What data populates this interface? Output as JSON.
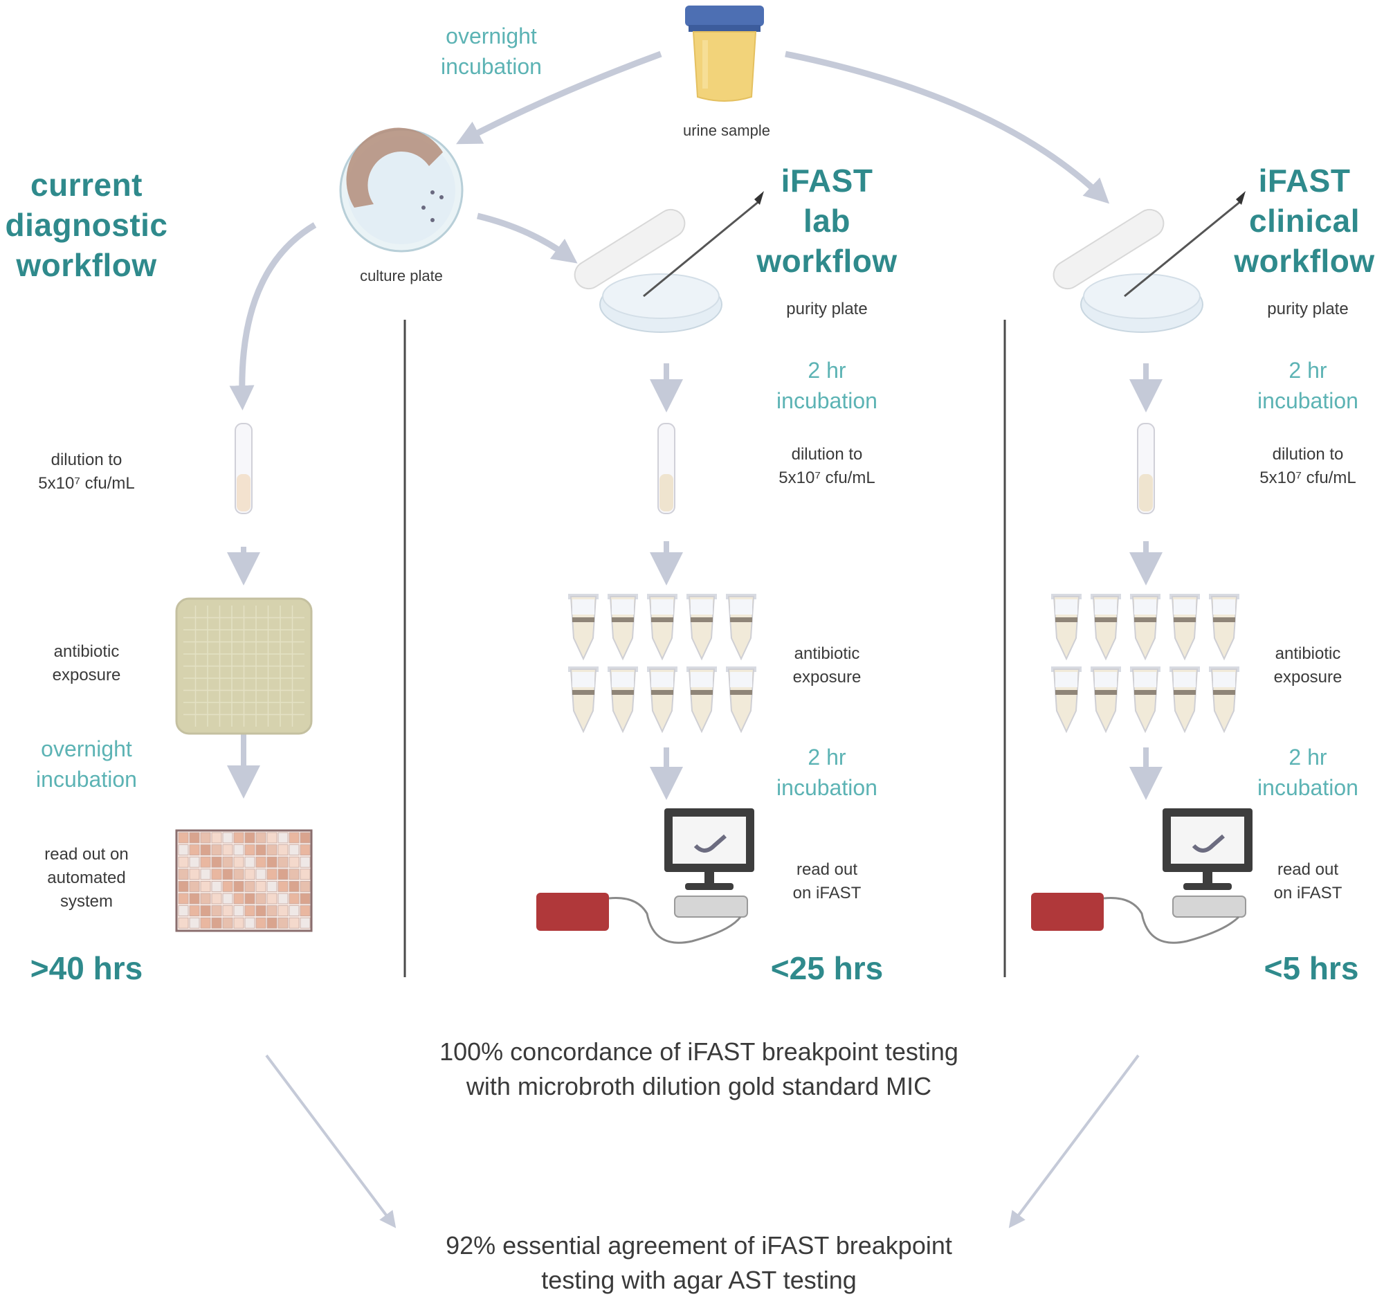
{
  "top": {
    "sample_label": "urine sample",
    "overnight_label": "overnight\nincubation",
    "culture_label": "culture plate"
  },
  "workflows": [
    {
      "title": "current\ndiagnostic\nworkflow",
      "steps": {
        "dilution": "dilution to\n5x10⁷ cfu/mL",
        "antibiotic": "antibiotic\nexposure",
        "incubation": "overnight\nincubation",
        "readout": "read out on\nautomated\nsystem"
      },
      "time": ">40 hrs"
    },
    {
      "title": "iFAST\nlab\nworkflow",
      "steps": {
        "purity": "purity plate",
        "incubation1": "2 hr\nincubation",
        "dilution": "dilution to\n5x10⁷ cfu/mL",
        "antibiotic": "antibiotic\nexposure",
        "incubation2": "2 hr\nincubation",
        "readout": "read out\non iFAST"
      },
      "time": "<25 hrs"
    },
    {
      "title": "iFAST\nclinical\nworkflow",
      "steps": {
        "purity": "purity plate",
        "incubation1": "2 hr\nincubation",
        "dilution": "dilution to\n5x10⁷ cfu/mL",
        "antibiotic": "antibiotic\nexposure",
        "incubation2": "2 hr\nincubation",
        "readout": "read out\non iFAST"
      },
      "time": "<5 hrs"
    }
  ],
  "summary": {
    "concordance": "100% concordance of iFAST breakpoint testing with microbroth dilution gold standard MIC",
    "agreement": "92% essential agreement of iFAST breakpoint testing with agar AST testing"
  },
  "colors": {
    "title": "#2f8a8c",
    "teal_text": "#5cb3b4",
    "arrow": "#c5cad8",
    "divider": "#4a4a4a"
  }
}
